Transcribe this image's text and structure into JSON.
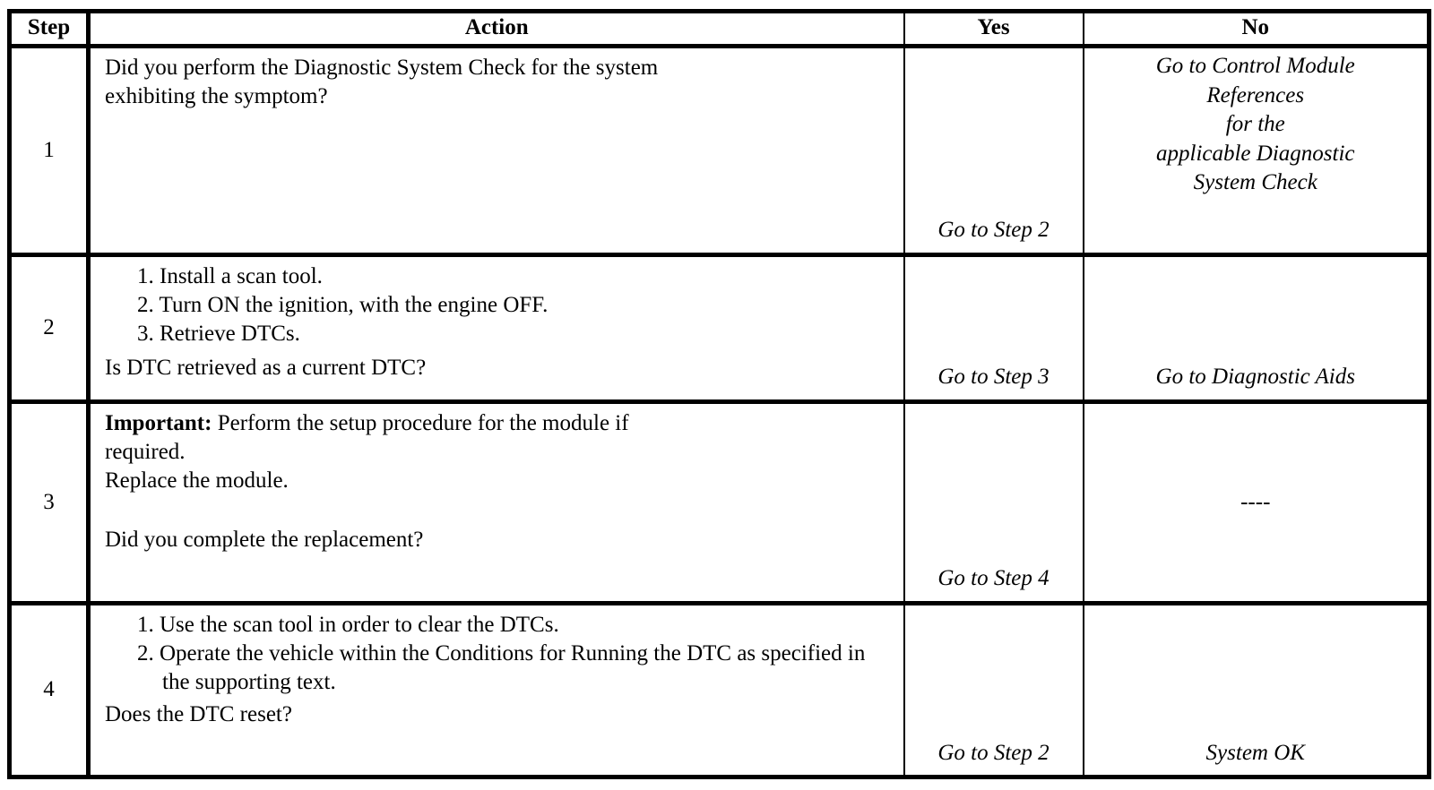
{
  "table": {
    "headers": {
      "step": "Step",
      "action": "Action",
      "yes": "Yes",
      "no": "No"
    },
    "rows": [
      {
        "step": "1",
        "action": {
          "lines": [
            "Did you perform the Diagnostic System Check for the system",
            "exhibiting the symptom?"
          ]
        },
        "yes": "Go to Step 2",
        "no_lines": [
          "Go to Control Module",
          "References",
          "for the",
          "applicable Diagnostic",
          "System Check"
        ]
      },
      {
        "step": "2",
        "action": {
          "list": [
            "1. Install a scan tool.",
            "2. Turn ON the ignition, with the engine OFF.",
            "3. Retrieve DTCs."
          ],
          "question": "Is DTC retrieved as a current DTC?"
        },
        "yes": "Go to Step 3",
        "no": "Go to Diagnostic Aids"
      },
      {
        "step": "3",
        "action": {
          "important_label": "Important:",
          "important_text": " Perform the setup procedure for the module if",
          "important_cont": "required.",
          "instruction": "Replace the module.",
          "question": "Did you complete the replacement?"
        },
        "yes": "Go to Step 4",
        "no": "----"
      },
      {
        "step": "4",
        "action": {
          "list": [
            "1. Use the scan tool in order to clear the DTCs.",
            "2. Operate the vehicle within the Conditions for Running the\n    DTC as specified in the supporting text."
          ],
          "question": "Does the DTC reset?"
        },
        "yes": "Go to Step 2",
        "no": "System OK"
      }
    ]
  }
}
